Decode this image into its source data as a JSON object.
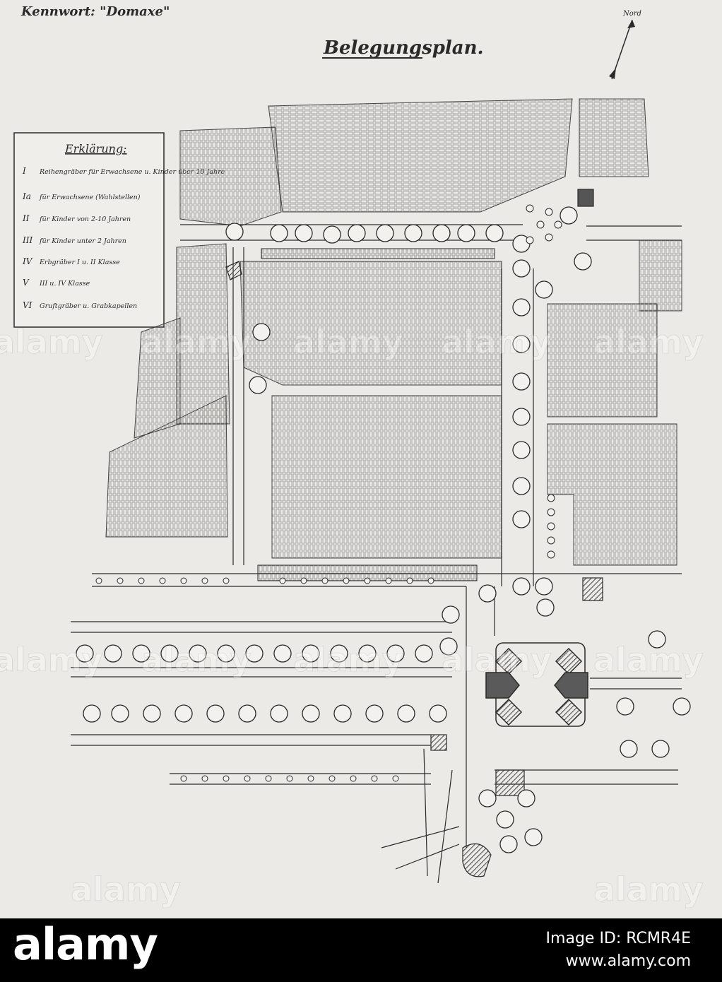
{
  "header": {
    "kennwort": "Kennwort: \"Domaxe\"",
    "title": "Belegungsplan.",
    "north_label": "Nord"
  },
  "legend": {
    "title": "Erklärung:",
    "entries": [
      {
        "code": "I",
        "text": "Reihengräber für Erwachsene u. Kinder über 10 Jahre"
      },
      {
        "code": "Ia",
        "text": "für Erwachsene (Wahlstellen)"
      },
      {
        "code": "II",
        "text": "für Kinder von 2-10 Jahren"
      },
      {
        "code": "III",
        "text": "für Kinder unter 2 Jahren"
      },
      {
        "code": "IV",
        "text": "Erbgräber I u. II Klasse"
      },
      {
        "code": "V",
        "text": "III u. IV Klasse"
      },
      {
        "code": "VI",
        "text": "Gruftgräber u. Grabkapellen"
      }
    ]
  },
  "watermark": "alamy",
  "footer": {
    "logo": "alamy",
    "image_id": "Image ID: RCMR4E",
    "url": "www.alamy.com"
  },
  "colors": {
    "paper": "#eceae6",
    "ink": "#2a2a2a",
    "hatch": "#555555",
    "bar": "#000000"
  }
}
